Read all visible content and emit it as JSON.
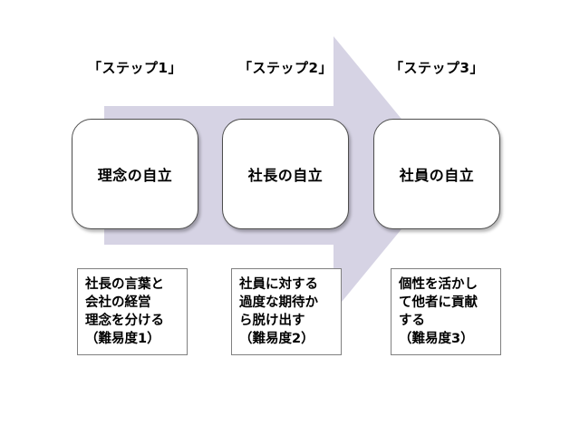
{
  "colors": {
    "arrow_fill": "#d6d3e4",
    "box_border": "#4d4d4d",
    "note_border": "#808080",
    "text": "#000000"
  },
  "steps": [
    {
      "label": "「ステップ1」",
      "stage": "理念の自立",
      "note_lines": [
        "社長の言葉と",
        "会社の経営",
        "理念を分ける",
        "（難易度1）"
      ]
    },
    {
      "label": "「ステップ2」",
      "stage": "社長の自立",
      "note_lines": [
        "社員に対する",
        "過度な期待か",
        "ら脱け出す",
        "（難易度2）"
      ]
    },
    {
      "label": "「ステップ3」",
      "stage": "社員の自立",
      "note_lines": [
        "個性を活かし",
        "て他者に貢献",
        "する",
        "（難易度3）"
      ]
    }
  ]
}
